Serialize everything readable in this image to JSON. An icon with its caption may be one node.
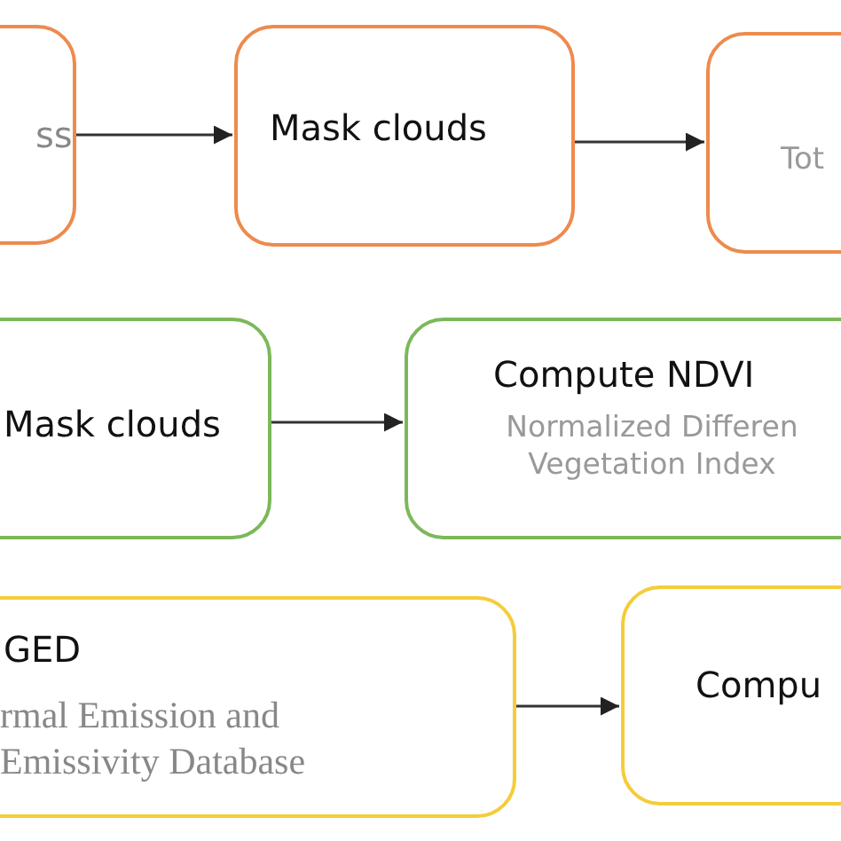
{
  "diagram": {
    "nodes": [
      {
        "text": [
          "ss"
        ]
      },
      {
        "text": [
          "Mask clouds"
        ]
      },
      {
        "text": [
          "Tot"
        ]
      },
      {
        "text": [
          "Mask clouds"
        ]
      },
      {
        "text": [
          "Compute NDVI",
          "Normalized Differen Vegetation Index"
        ]
      },
      {
        "text": [
          "GED",
          "rmal Emission and Emissivity Database"
        ]
      },
      {
        "text": [
          "Compu"
        ]
      }
    ],
    "edges": [
      {
        "from": 0,
        "to": 1,
        "arrow": "to"
      },
      {
        "from": 1,
        "to": 2,
        "arrow": "to"
      },
      {
        "from": 3,
        "to": 4,
        "arrow": "to"
      },
      {
        "from": 5,
        "to": 6,
        "arrow": "to"
      }
    ]
  }
}
